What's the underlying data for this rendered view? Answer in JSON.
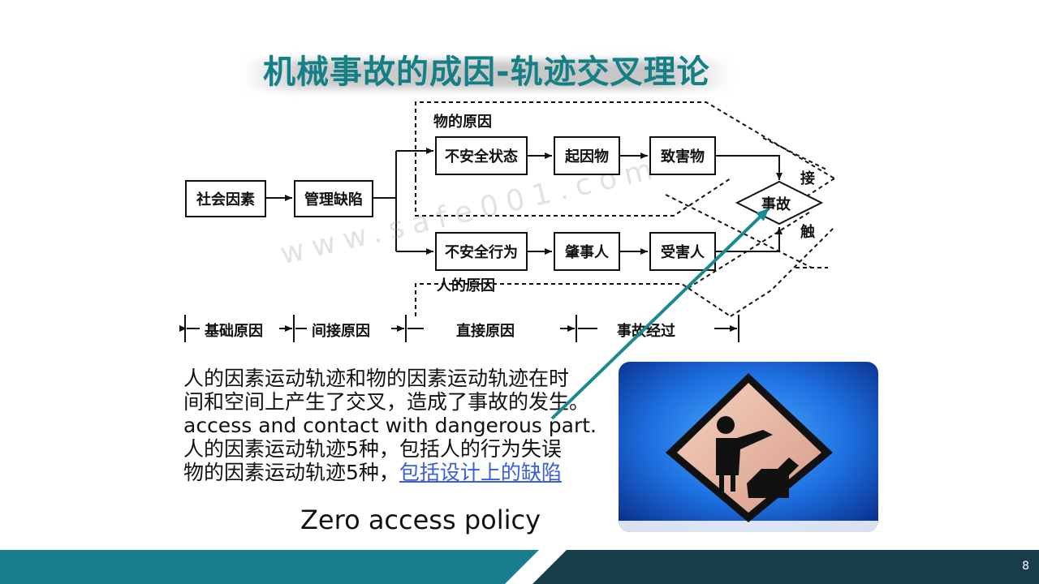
{
  "slide": {
    "title": "机械事故的成因-轨迹交叉理论",
    "page_number": "8"
  },
  "diagram": {
    "watermark": "www.safe001.com",
    "thing_cause_label": "物的原因",
    "person_cause_label": "人的原因",
    "boxes": {
      "social": "社会因素",
      "management": "管理缺陷",
      "unsafe_state": "不安全状态",
      "initiating_object": "起因物",
      "harmful_object": "致害物",
      "unsafe_behavior": "不安全行为",
      "perpetrator": "肇事人",
      "victim": "受害人",
      "accident": "事故"
    },
    "contact_top": "接",
    "contact_bottom": "触",
    "timeline": {
      "basic_cause": "基础原因",
      "indirect_cause": "间接原因",
      "direct_cause": "直接原因",
      "accident_process": "事故经过"
    }
  },
  "body": {
    "line1": "人的因素运动轨迹和物的因素运动轨迹在时",
    "line2": "间和空间上产生了交叉，造成了事故的发生。",
    "line3": "access and contact with dangerous part.",
    "line4": "人的因素运动轨迹5种，包括人的行为失误",
    "line5_prefix": "物的因素运动轨迹5种，",
    "line5_link": "包括设计上的缺陷",
    "caption": "Zero access policy"
  },
  "colors": {
    "title": "#157f86",
    "arrow": "#1a8a8e",
    "footer_teal": "#1a7f8c",
    "footer_dark": "#173d4a",
    "link": "#3a5fd8"
  },
  "photo": {
    "icon": "warning-sign-person-hand-crush-icon"
  }
}
